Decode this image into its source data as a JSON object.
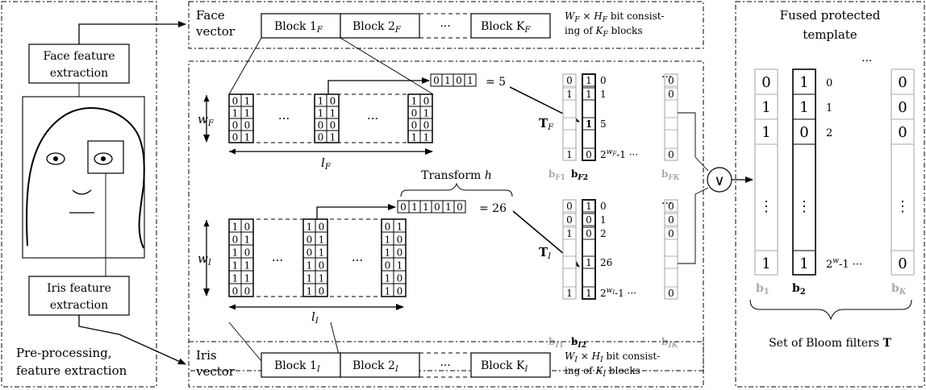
{
  "panels": {
    "left_label_1": "Pre-processing,",
    "left_label_2": "feature extraction",
    "right_title_1": "Fused protected",
    "right_title_2": "template",
    "right_caption": "Set of Bloom filters T"
  },
  "face": {
    "extraction_1": "Face feature",
    "extraction_2": "extraction",
    "vector_label_1": "Face",
    "vector_label_2": "vector",
    "blocks": [
      "Block 1F",
      "Block 2F",
      "Block KF"
    ],
    "ellipsis": "···",
    "note_1": "WF × HF bit consist-",
    "note_2": "ing of KF blocks",
    "w_label": "wF",
    "l_label": "lF",
    "block_bits": [
      [
        [
          "0",
          "1"
        ],
        [
          "1",
          "1"
        ],
        [
          "0",
          "0"
        ],
        [
          "0",
          "1"
        ]
      ],
      [
        [
          "1",
          "0"
        ],
        [
          "1",
          "1"
        ],
        [
          "0",
          "0"
        ],
        [
          "0",
          "1"
        ]
      ],
      [
        [
          "1",
          "0"
        ],
        [
          "0",
          "1"
        ],
        [
          "0",
          "0"
        ],
        [
          "1",
          "1"
        ]
      ]
    ],
    "code_bits": [
      "0",
      "1",
      "0",
      "1"
    ],
    "code_value": "= 5",
    "T_label": "TF",
    "filter_labels": [
      "bF1",
      "bF2",
      "bFK"
    ],
    "filter_1_bits": [
      "0",
      "1",
      "",
      "1"
    ],
    "filter_2_bits": [
      "1",
      "1",
      "1",
      "0"
    ],
    "filter_K_bits": [
      "0",
      "0",
      "",
      "0"
    ],
    "row_index_labels": [
      "0",
      "1",
      "5",
      "2^wF-1 ···"
    ]
  },
  "iris": {
    "extraction_1": "Iris feature",
    "extraction_2": "extraction",
    "vector_label_1": "Iris",
    "vector_label_2": "vector",
    "blocks": [
      "Block 1I",
      "Block 2I",
      "Block KI"
    ],
    "ellipsis": "···",
    "note_1": "WI × HI bit consist-",
    "note_2": "ing of KI blocks",
    "w_label": "wI",
    "l_label": "lI",
    "block_bits": [
      [
        [
          "1",
          "0"
        ],
        [
          "0",
          "1"
        ],
        [
          "1",
          "0"
        ],
        [
          "1",
          "1"
        ],
        [
          "1",
          "1"
        ],
        [
          "0",
          "0"
        ]
      ],
      [
        [
          "1",
          "0"
        ],
        [
          "0",
          "1"
        ],
        [
          "0",
          "1"
        ],
        [
          "1",
          "0"
        ],
        [
          "1",
          "1"
        ],
        [
          "1",
          "0"
        ]
      ],
      [
        [
          "0",
          "1"
        ],
        [
          "1",
          "0"
        ],
        [
          "1",
          "0"
        ],
        [
          "0",
          "1"
        ],
        [
          "1",
          "0"
        ],
        [
          "1",
          "0"
        ]
      ]
    ],
    "code_bits": [
      "0",
      "1",
      "1",
      "0",
      "1",
      "0"
    ],
    "code_value": "= 26",
    "transform_label": "Transform h",
    "T_label": "TI",
    "filter_labels": [
      "bI1",
      "bI2",
      "bIK"
    ],
    "filter_1_bits": [
      "0",
      "0",
      "1",
      "",
      "1"
    ],
    "filter_2_bits": [
      "1",
      "0",
      "0",
      "1",
      "1"
    ],
    "filter_K_bits": [
      "0",
      "0",
      "0",
      "",
      "0"
    ],
    "row_index_labels": [
      "0",
      "1",
      "2",
      "26",
      "2^wI-1 ···"
    ]
  },
  "fused": {
    "operator": "∨",
    "filter_labels": [
      "b1",
      "b2",
      "bK"
    ],
    "filter_1_bits": [
      "0",
      "1",
      "1",
      "⋮",
      "1"
    ],
    "filter_2_bits": [
      "1",
      "1",
      "0",
      "⋮",
      "1"
    ],
    "filter_K_bits": [
      "0",
      "0",
      "0",
      "⋮",
      "0"
    ],
    "row_index_labels": [
      "0",
      "1",
      "2",
      "2^w-1 ···"
    ],
    "ellipsis": "···"
  },
  "colors": {
    "line": "#000000",
    "inactive": "#aaaaaa",
    "background": "#ffffff"
  }
}
